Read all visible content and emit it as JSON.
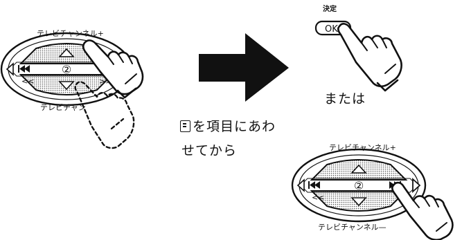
{
  "left_remote": {
    "top_label": "テレビチャンネル+",
    "bottom_label": "テレビチャン",
    "center_symbol": "②",
    "prev_label": "<<",
    "next_label": ">>"
  },
  "right_remote": {
    "top_label": "テレビチャンネル+",
    "bottom_label": "テレビチャンネル—",
    "center_symbol": "②",
    "prev_label": "<<"
  },
  "ok_button": {
    "caption": "決定",
    "label": "OK"
  },
  "text": {
    "or": "または",
    "instruction_line1": "を項目にあわ",
    "instruction_line2": "せてから"
  },
  "icons": {
    "arrow": "right-arrow-icon",
    "pointing_hand": "pointing-hand-icon",
    "cursor_mark": "cursor-mark-icon"
  },
  "colors": {
    "ink": "#111111",
    "screen_tone": "#d6d6d6",
    "paper": "#ffffff"
  }
}
